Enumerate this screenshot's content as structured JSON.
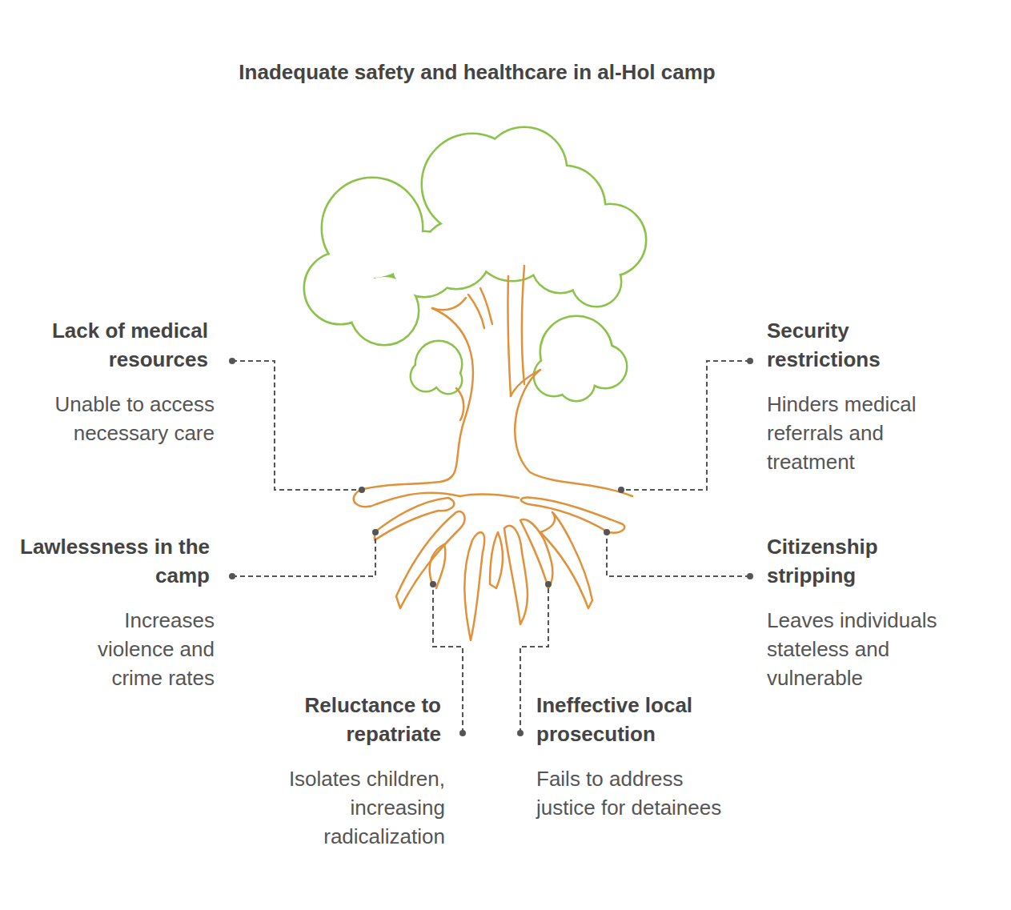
{
  "diagram": {
    "title": "Inadequate safety and healthcare in al-Hol camp",
    "labels": [
      "Lack of medical resources",
      "Unable to access necessary care",
      "Security restrictions",
      "Hinders medical referrals and treatment",
      "Lawlessness in the camp",
      "Increases violence and crime rates",
      "Citizenship stripping",
      "Leaves individuals stateless and vulnerable",
      "Reluctance to repatriate",
      "Isolates children, increasing radicalization",
      "Ineffective local prosecution",
      "Fails to address justice for detainees"
    ]
  }
}
